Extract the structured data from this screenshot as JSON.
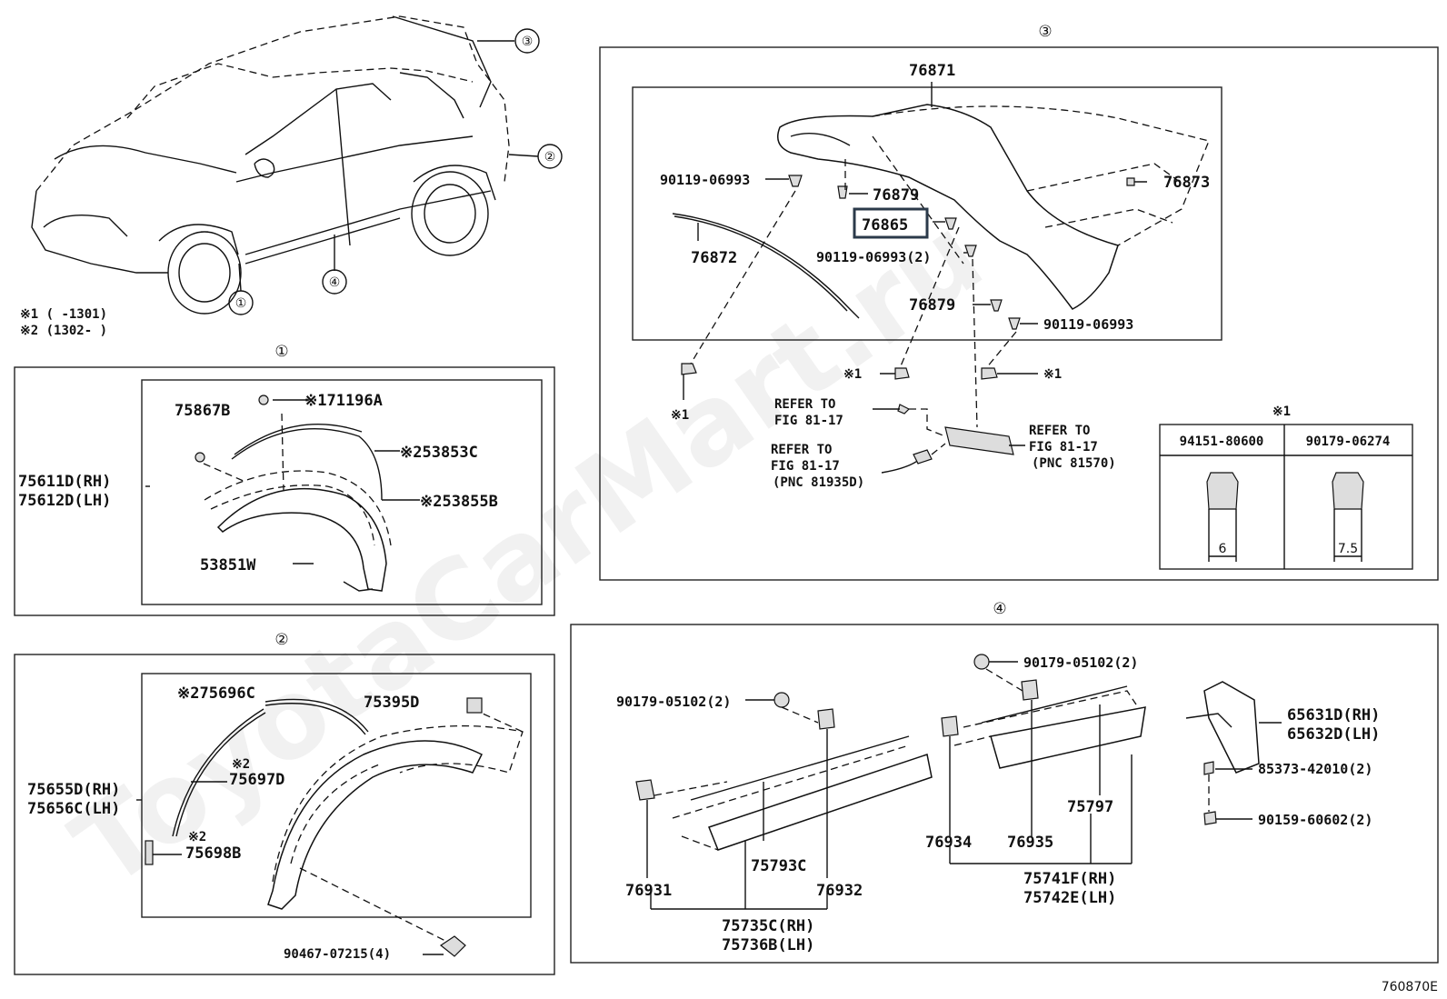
{
  "diagram_id": "760870E",
  "watermark": "ToyotaCarMart.ru",
  "notes": {
    "n1": "※1 (   -1301)",
    "n2": "※2 (1302-   )"
  },
  "sections": {
    "s1": "①",
    "s2": "②",
    "s3": "③",
    "s4": "④"
  },
  "section1": {
    "group_rh": "75611D(RH)",
    "group_lh": "75612D(LH)",
    "p1": "75867B",
    "p2": "※171196A",
    "p3": "※253853C",
    "p4": "※253855B",
    "p5": "53851W"
  },
  "section2": {
    "group_rh": "75655D(RH)",
    "group_lh": "75656C(LH)",
    "p1": "※275696C",
    "p2a": "※2",
    "p2b": "75697D",
    "p3a": "※2",
    "p3b": "75698B",
    "p4": "75395D",
    "p5": "90467-07215(4)"
  },
  "section3": {
    "p76871": "76871",
    "p76873": "76873",
    "p90119a": "90119-06993",
    "p76879a": "76879",
    "p76865": "76865",
    "p76872": "76872",
    "p90119b": "90119-06993(2)",
    "p76879b": "76879",
    "p90119c": "90119-06993",
    "n1a": "※1",
    "n1b": "※1",
    "n1c": "※1",
    "ref1a": "REFER TO",
    "ref1b": "FIG 81-17",
    "ref2a": "REFER TO",
    "ref2b": "FIG 81-17",
    "ref2c": "(PNC 81935D)",
    "ref3a": "REFER TO",
    "ref3b": "FIG 81-17",
    "ref3c": "(PNC 81570)",
    "table_title": "※1",
    "table_col1": "94151-80600",
    "table_col2": "90179-06274",
    "dim1": "6",
    "dim2": "7.5"
  },
  "section4": {
    "p1": "90179-05102(2)",
    "p2": "90179-05102(2)",
    "p3": "65631D(RH)",
    "p3b": "65632D(LH)",
    "p4": "85373-42010(2)",
    "p5": "90159-60602(2)",
    "p6": "75797",
    "p7": "76934",
    "p8": "76935",
    "p9": "75741F(RH)",
    "p9b": "75742E(LH)",
    "p10": "75793C",
    "p11": "76931",
    "p12": "76932",
    "p13": "75735C(RH)",
    "p13b": "75736B(LH)"
  },
  "car_callouts": {
    "c1": "①",
    "c2": "②",
    "c3": "③",
    "c4": "④"
  }
}
